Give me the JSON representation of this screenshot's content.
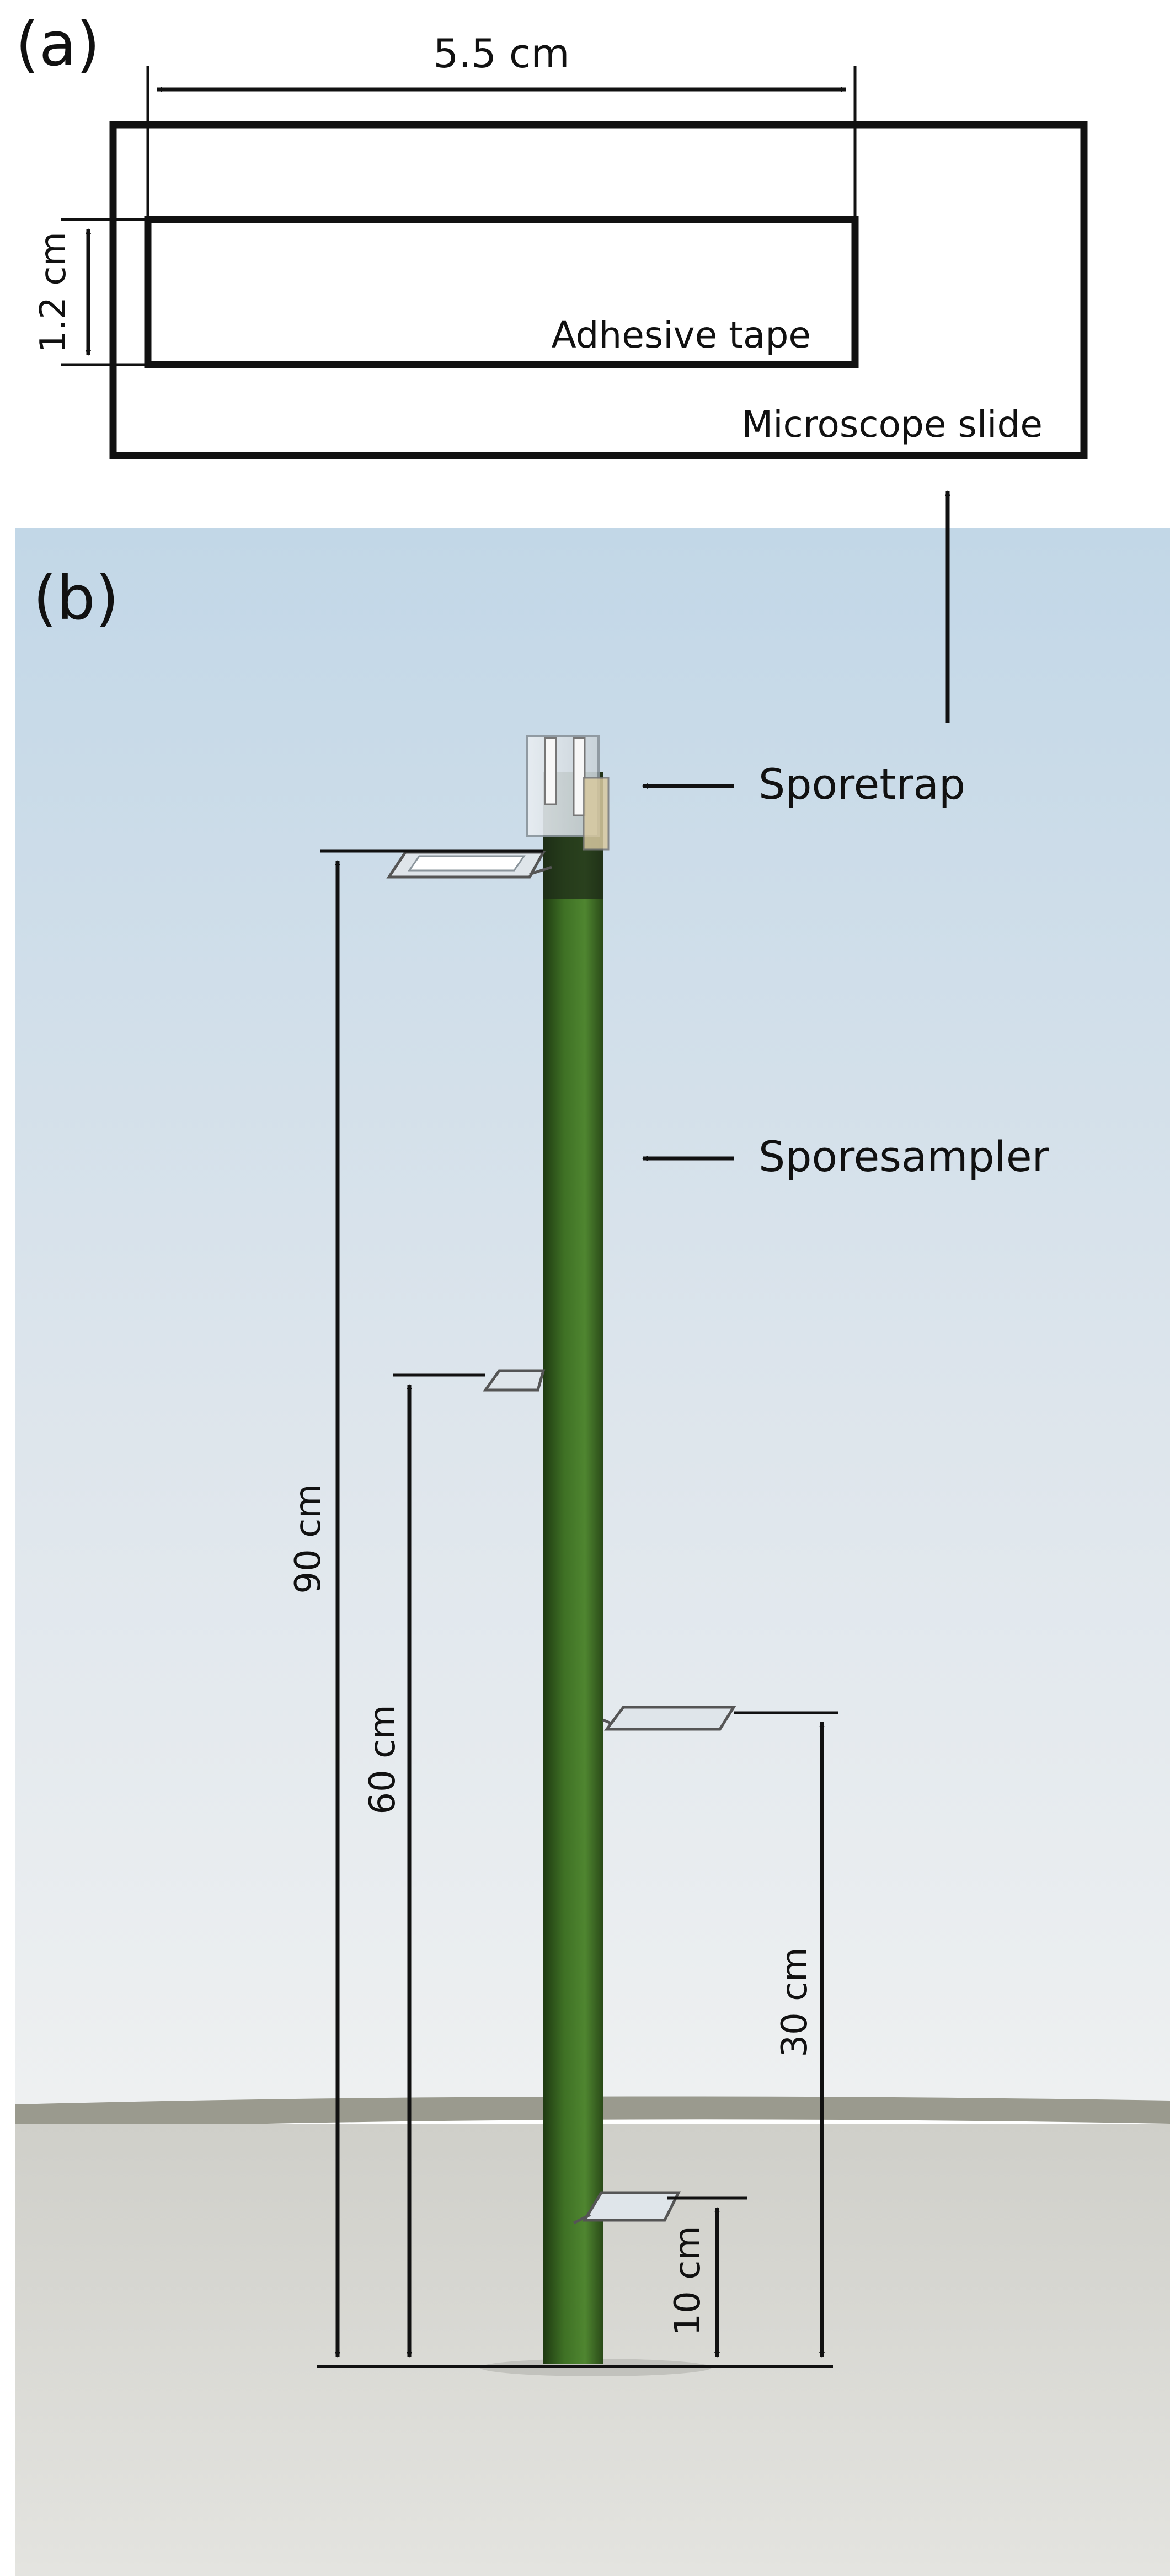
{
  "panel_a": {
    "label": "(a)",
    "width_dimension": "5.5 cm",
    "height_dimension": "1.2 cm",
    "tape_label": "Adhesive tape",
    "slide_label": "Microscope slide"
  },
  "panel_b": {
    "label": "(b)",
    "sporetrap_label": "Sporetrap",
    "sporesampler_label": "Sporesampler",
    "heights": [
      {
        "label": "90 cm",
        "value_cm": 90
      },
      {
        "label": "60 cm",
        "value_cm": 60
      },
      {
        "label": "30 cm",
        "value_cm": 30
      },
      {
        "label": "10 cm",
        "value_cm": 10
      }
    ]
  },
  "colors": {
    "sky_top": "#c5d9e8",
    "sky_bottom": "#e8ecee",
    "ground": "#d7d7d2",
    "pole_green": "#3d6b22",
    "ink": "#111111"
  }
}
